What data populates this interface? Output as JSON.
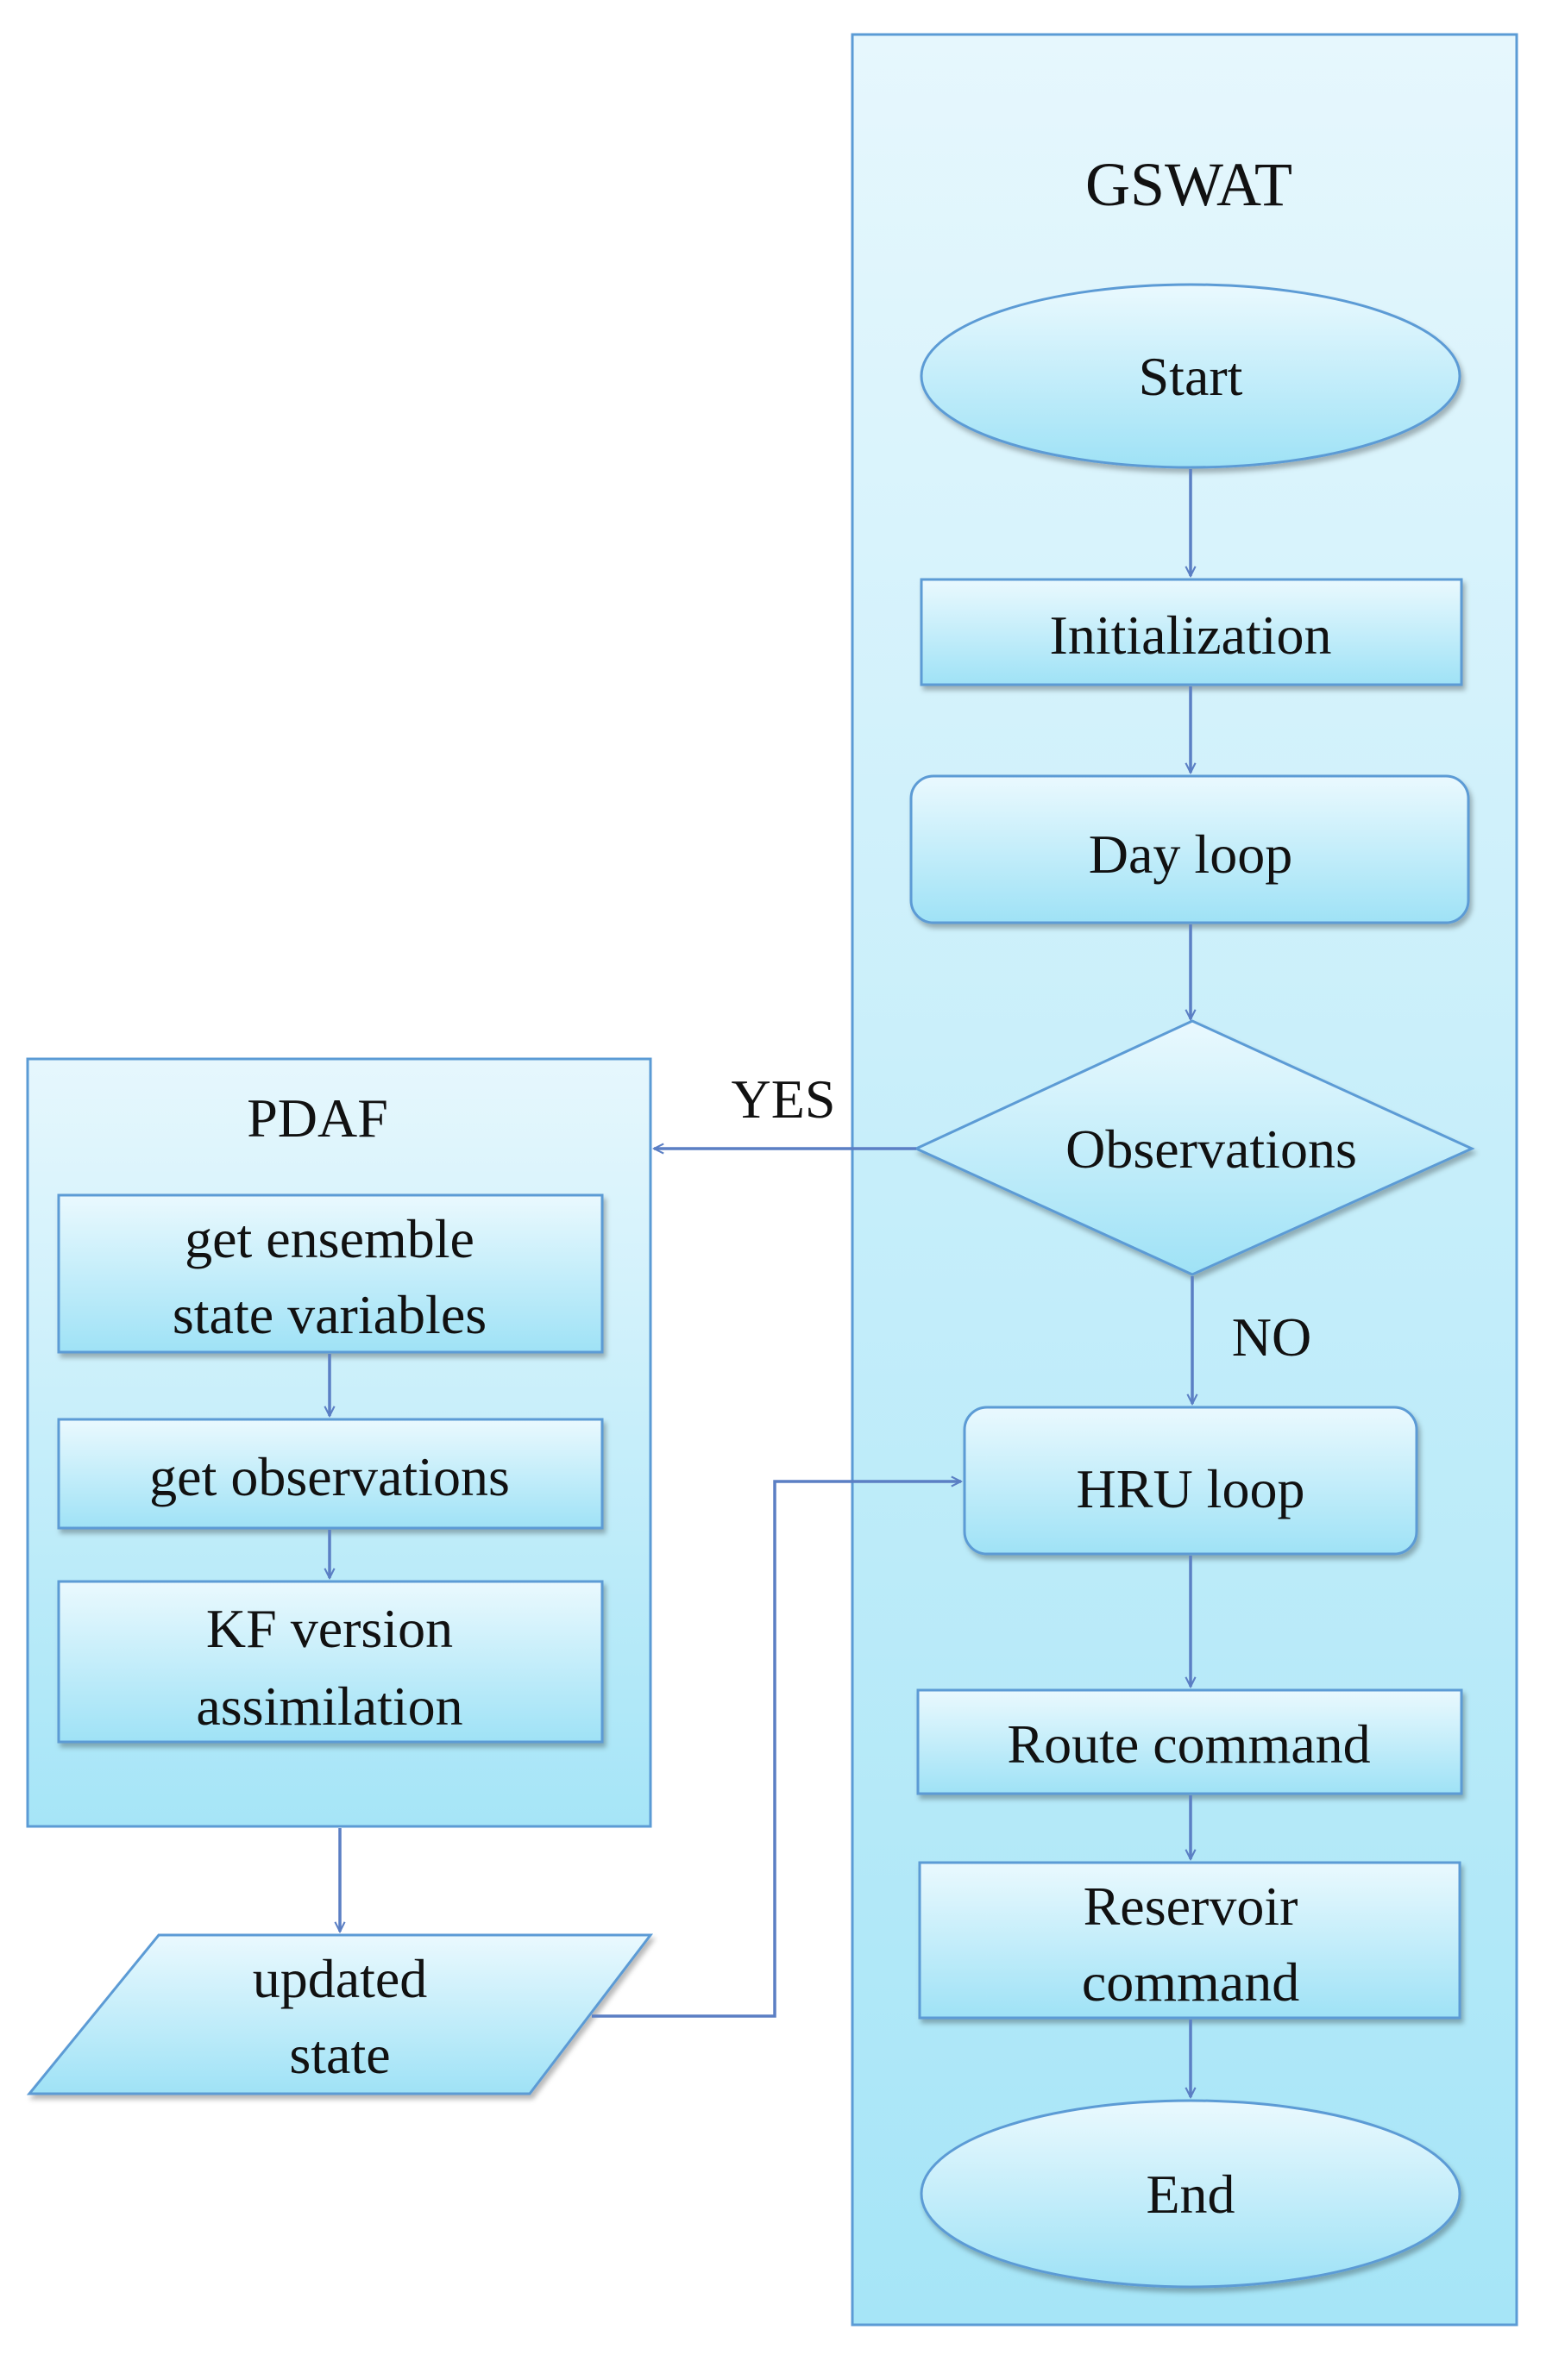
{
  "gswat": {
    "title": "GSWAT",
    "start": "Start",
    "initialization": "Initialization",
    "day_loop": "Day loop",
    "observations": "Observations",
    "hru_loop": "HRU loop",
    "route_command": "Route command",
    "reservoir_command": [
      "Reservoir",
      "command"
    ],
    "end": "End"
  },
  "pdaf": {
    "title": "PDAF",
    "get_ensemble": [
      "get ensemble",
      "state variables"
    ],
    "get_observations": "get observations",
    "kf_version": [
      "KF version",
      "assimilation"
    ]
  },
  "updated_state": [
    "updated",
    "state"
  ],
  "edges": {
    "yes": "YES",
    "no": "NO"
  },
  "colors": {
    "border": "#5b9bd5",
    "arrow": "#5b7fc4",
    "fill_light": "#e4f6fd",
    "fill_dark": "#a9e6f8"
  }
}
